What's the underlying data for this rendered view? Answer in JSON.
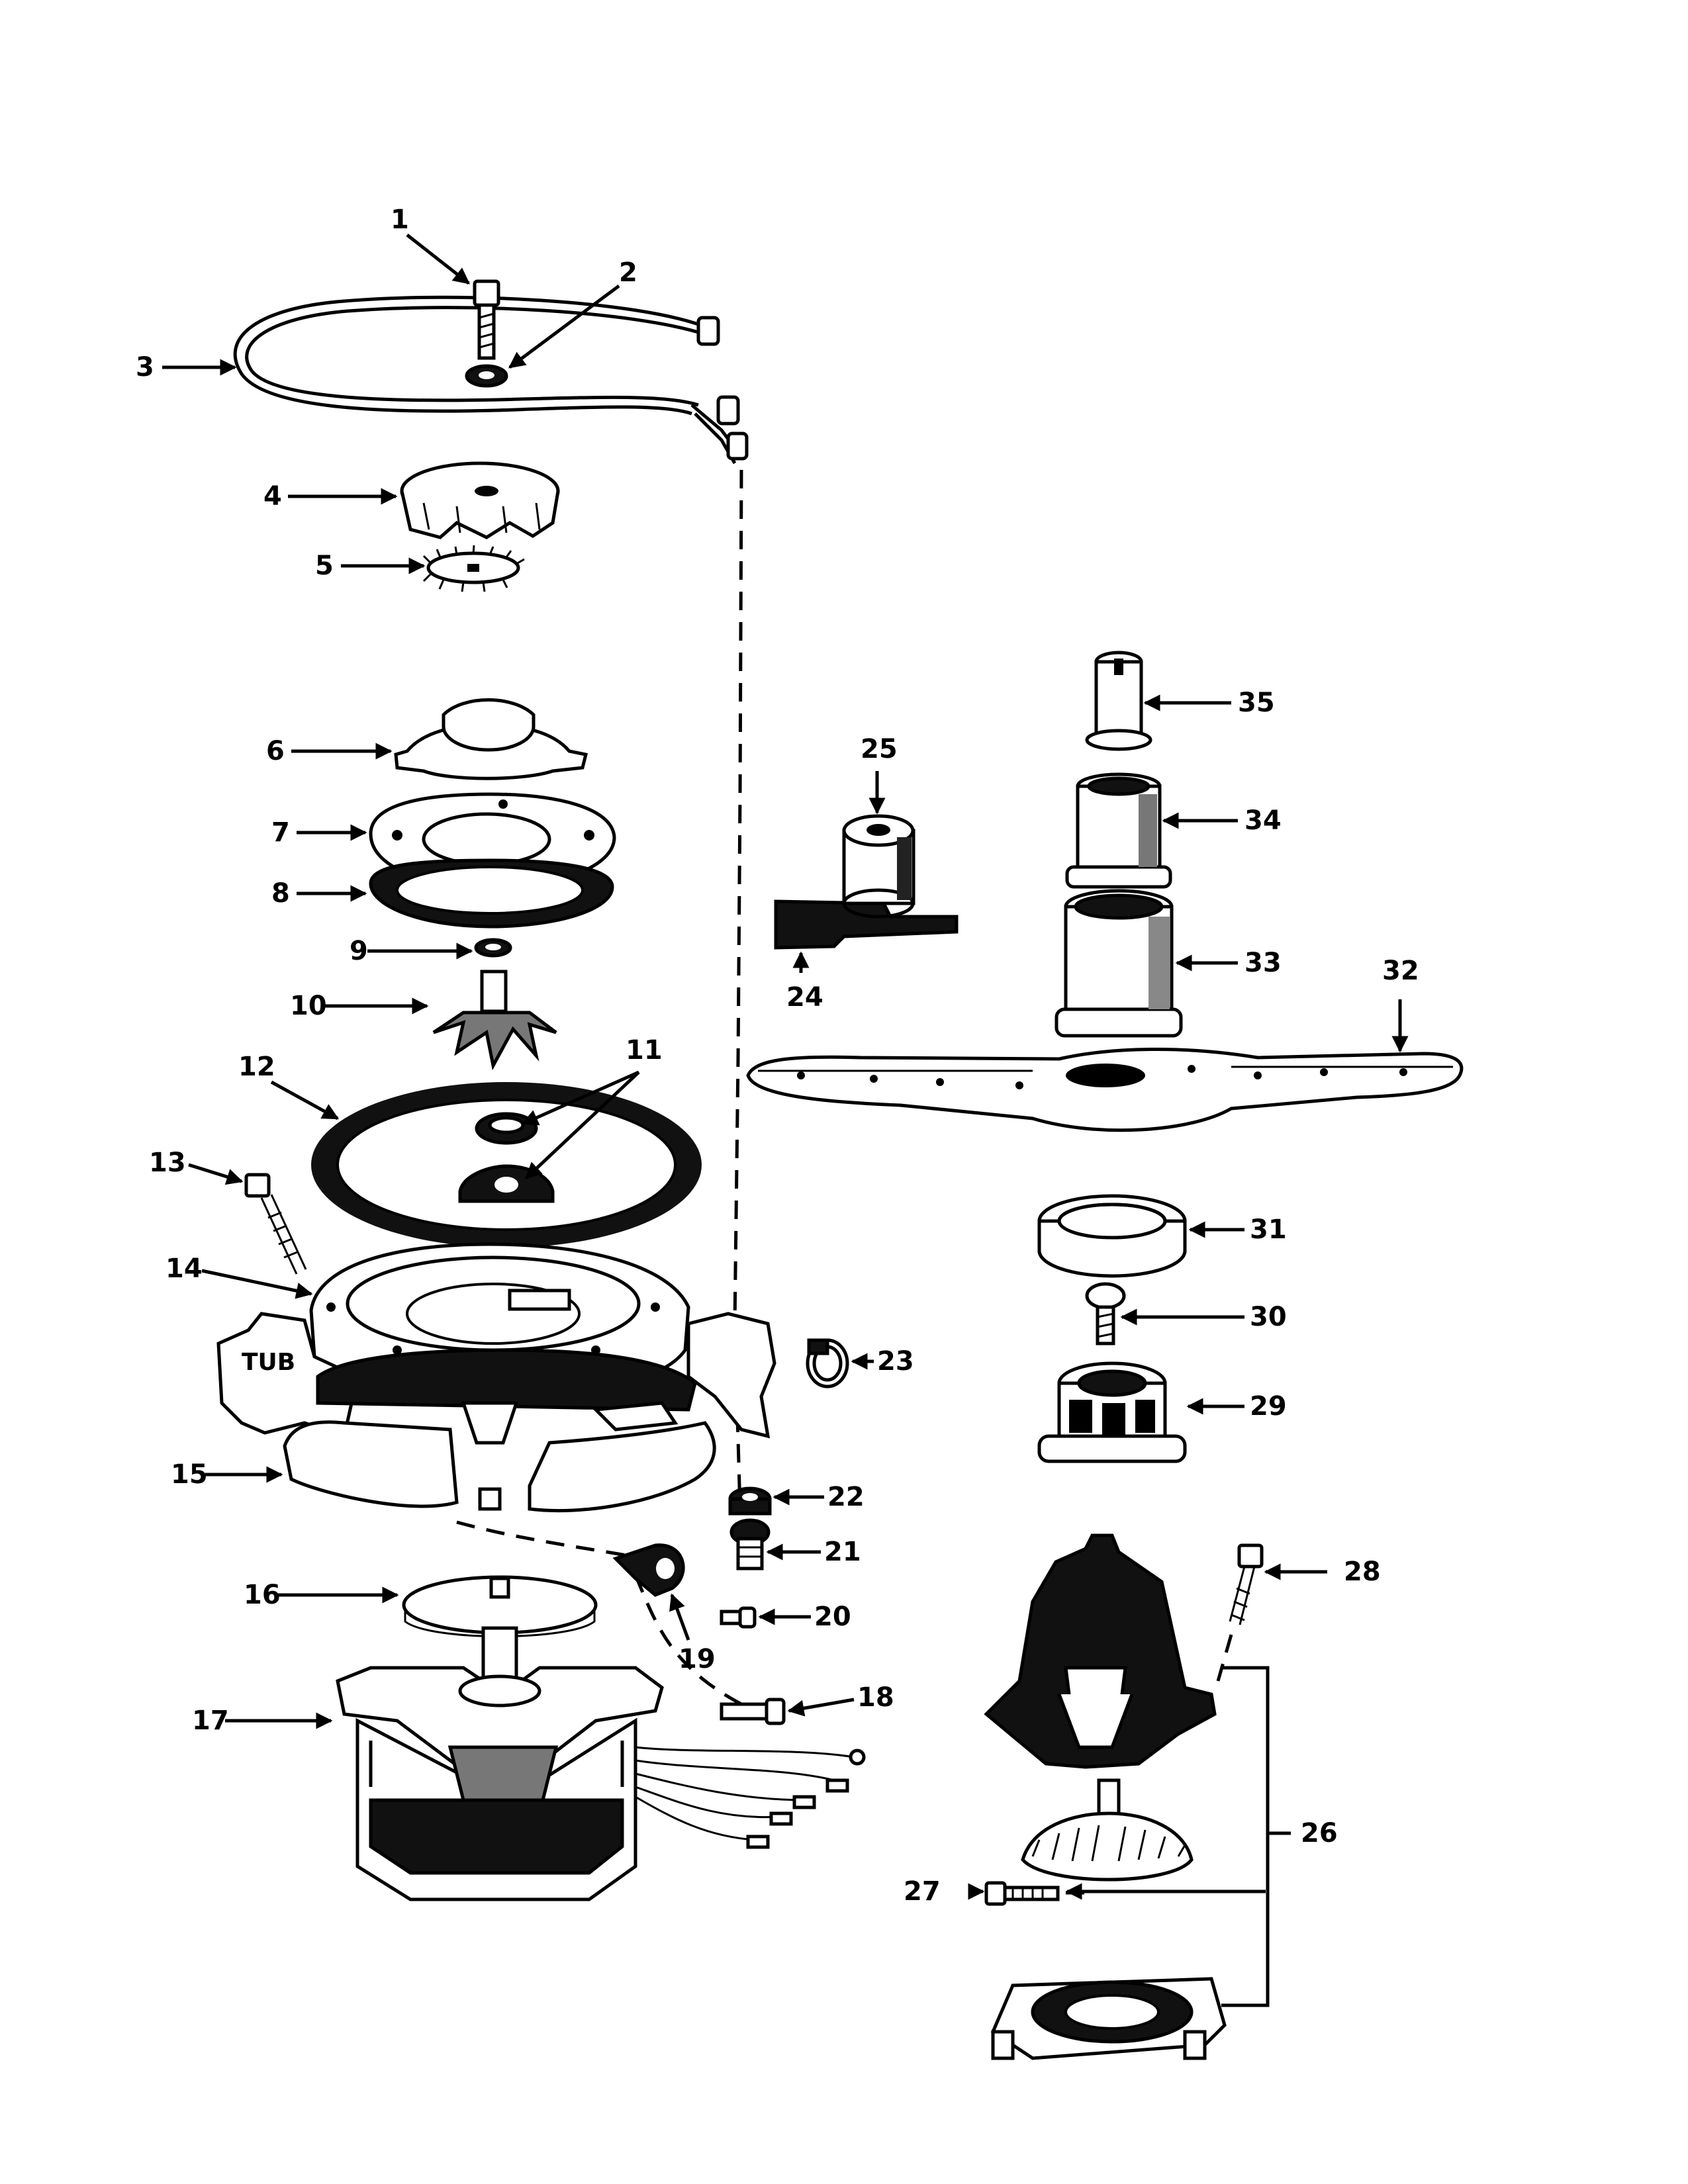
{
  "callouts": [
    "1",
    "2",
    "3",
    "4",
    "5",
    "6",
    "7",
    "8",
    "9",
    "10",
    "11",
    "12",
    "13",
    "14",
    "15",
    "16",
    "17",
    "18",
    "19",
    "20",
    "21",
    "22",
    "23",
    "24",
    "25",
    "26",
    "27",
    "28",
    "29",
    "30",
    "31",
    "32",
    "33",
    "34",
    "35"
  ],
  "tub_label": "TUB"
}
